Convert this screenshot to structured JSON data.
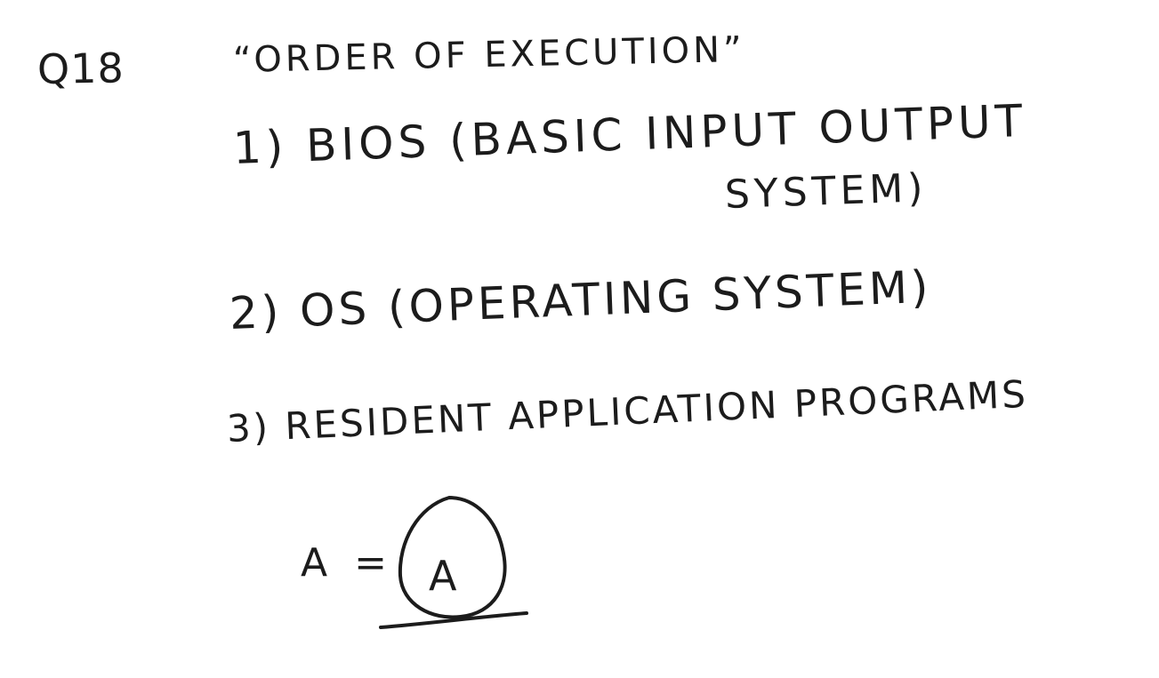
{
  "document": {
    "question_number": "Q18",
    "title": "“ORDER OF EXECUTION”",
    "items": [
      {
        "text": "1) BIOS (BASIC INPUT OUTPUT",
        "continuation": "SYSTEM)"
      },
      {
        "text": "2) OS (OPERATING SYSTEM)"
      },
      {
        "text": "3) RESIDENT APPLICATION PROGRAMS"
      }
    ],
    "answer": {
      "label": "A =",
      "circled_value": "A"
    }
  }
}
